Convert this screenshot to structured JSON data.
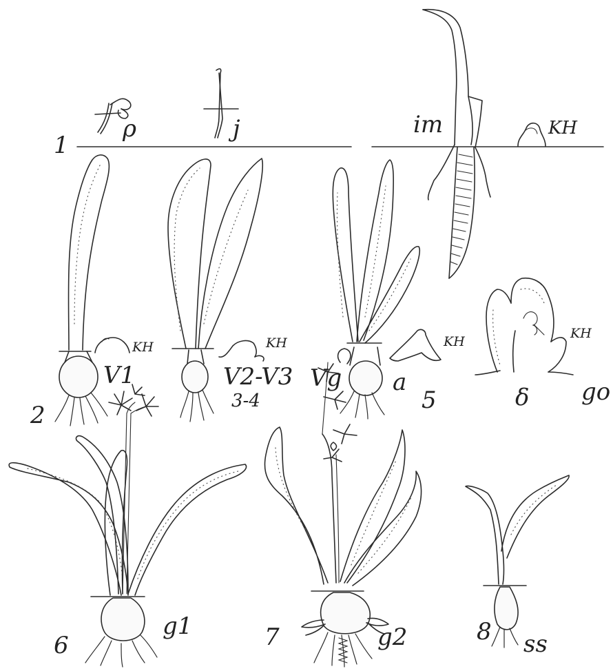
{
  "figure": {
    "row1": {
      "number": "1",
      "left": {
        "stage_p": "ρ",
        "stage_j": "j"
      },
      "right": {
        "stage_im": "im",
        "kh": "KH"
      }
    },
    "fig2": {
      "number": "2",
      "stage": "V1",
      "kh": "KH"
    },
    "fig34": {
      "number": "3-4",
      "stage": "V2-V3",
      "kh": "KH"
    },
    "fig5": {
      "number": "5",
      "stage_vg": "Vg",
      "stage_a": "a",
      "kh_a": "KH",
      "stage_delta": "δ",
      "stage_go": "go",
      "kh_delta": "KH"
    },
    "fig6": {
      "number": "6",
      "stage": "g1"
    },
    "fig7": {
      "number": "7",
      "stage": "g2"
    },
    "fig8": {
      "number": "8",
      "stage": "ss"
    }
  }
}
